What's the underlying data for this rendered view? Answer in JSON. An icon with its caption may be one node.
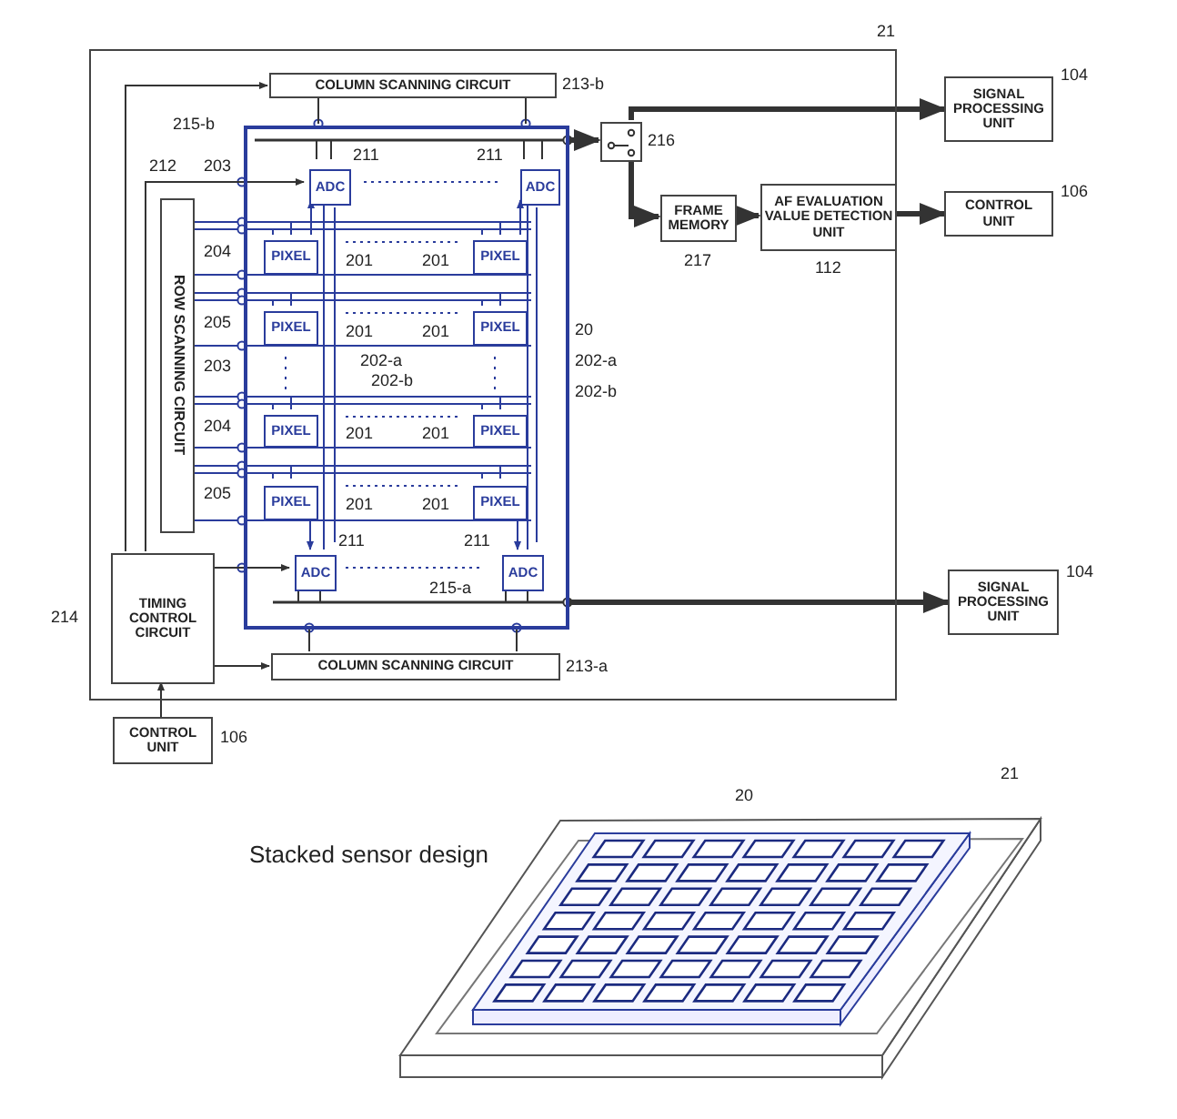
{
  "diagram": {
    "nodes": [
      {
        "text": [],
        "shape": "box",
        "beside": [
          "21"
        ]
      },
      {
        "text": [
          "COLUMN SCANNING CIRCUIT"
        ],
        "in": 0,
        "beside": [
          "213-b"
        ]
      },
      {
        "text": [],
        "shape": "box",
        "in": 0,
        "beside": [
          "20"
        ]
      },
      {
        "text": [
          "ADC"
        ],
        "in": 2,
        "beside": [
          "211"
        ]
      },
      {
        "text": [
          "ADC"
        ],
        "in": 2,
        "beside": [
          "211"
        ]
      },
      {
        "text": [
          "ROW SCANNING CIRCUIT"
        ],
        "in": 0,
        "beside": [
          "212"
        ]
      },
      {
        "text": [
          "PIXEL"
        ],
        "in": 2,
        "beside": [
          "201"
        ]
      },
      {
        "text": [
          "PIXEL"
        ],
        "in": 2,
        "beside": [
          "201"
        ]
      },
      {
        "text": [
          "PIXEL"
        ],
        "in": 2,
        "beside": [
          "201"
        ]
      },
      {
        "text": [
          "PIXEL"
        ],
        "in": 2,
        "beside": [
          "201"
        ]
      },
      {
        "text": [
          "PIXEL"
        ],
        "in": 2,
        "beside": [
          "201"
        ]
      },
      {
        "text": [
          "PIXEL"
        ],
        "in": 2,
        "beside": [
          "201"
        ]
      },
      {
        "text": [
          "PIXEL"
        ],
        "in": 2,
        "beside": [
          "201"
        ]
      },
      {
        "text": [
          "PIXEL"
        ],
        "in": 2,
        "beside": [
          "201"
        ]
      },
      {
        "text": [
          "ADC"
        ],
        "in": 2,
        "beside": [
          "211"
        ]
      },
      {
        "text": [
          "ADC"
        ],
        "in": 2,
        "beside": [
          "211"
        ]
      },
      {
        "text": [
          "TIMING CONTROL CIRCUIT"
        ],
        "in": 0,
        "beside": [
          "214"
        ]
      },
      {
        "text": [
          "COLUMN SCANNING CIRCUIT"
        ],
        "in": 0,
        "beside": [
          "213-a"
        ]
      },
      {
        "text": [],
        "shape": "box",
        "in": 0,
        "beside": [
          "216"
        ]
      },
      {
        "text": [
          "FRAME MEMORY"
        ],
        "in": 0,
        "beside": [
          "217"
        ]
      },
      {
        "text": [
          "AF EVALUATION VALUE DETECTION UNIT"
        ],
        "in": 0,
        "beside": [
          "112"
        ]
      },
      {
        "text": [
          "SIGNAL PROCESSING UNIT"
        ],
        "beside": [
          "104"
        ]
      },
      {
        "text": [
          "CONTROL UNIT"
        ],
        "beside": [
          "106"
        ]
      },
      {
        "text": [
          "SIGNAL PROCESSING UNIT"
        ],
        "beside": [
          "104"
        ]
      },
      {
        "text": [
          "CONTROL UNIT"
        ],
        "beside": [
          "106"
        ]
      },
      {
        "text": [],
        "shape": "picture",
        "beside": [
          "21"
        ]
      },
      {
        "text": [],
        "shape": "picture",
        "in": 25,
        "beside": [
          "20"
        ]
      }
    ],
    "edges": [
      {
        "from": 18,
        "to": 21,
        "arrow": "to",
        "style": "thick"
      },
      {
        "from": 18,
        "to": 19,
        "arrow": "to",
        "style": "thick"
      },
      {
        "from": 19,
        "to": 20,
        "arrow": "to",
        "style": "thick"
      },
      {
        "from": 20,
        "to": 22,
        "arrow": "to",
        "style": "thick"
      },
      {
        "from": 2,
        "to": 18,
        "arrow": "to",
        "style": "thick"
      },
      {
        "from": 2,
        "to": 23,
        "arrow": "to",
        "style": "thick"
      },
      {
        "from": 24,
        "to": 16,
        "arrow": "to"
      },
      {
        "from": 16,
        "to": 17,
        "arrow": "to"
      },
      {
        "from": 16,
        "to": 1,
        "arrow": "to"
      },
      {
        "from": 16,
        "to": 3,
        "arrow": "to"
      },
      {
        "from": 16,
        "to": 14,
        "arrow": "to"
      },
      {
        "from": 6,
        "to": 3,
        "arrow": "to",
        "color": "#2a3c9c"
      },
      {
        "from": 7,
        "to": 4,
        "arrow": "to",
        "color": "#2a3c9c"
      },
      {
        "from": 12,
        "to": 14,
        "arrow": "to",
        "color": "#2a3c9c"
      },
      {
        "from": 13,
        "to": 15,
        "arrow": "to",
        "color": "#2a3c9c"
      },
      {
        "from": 1,
        "to": 2,
        "arrow": "none"
      },
      {
        "from": 1,
        "to": 2,
        "arrow": "none"
      },
      {
        "from": 17,
        "to": 2,
        "arrow": "none"
      },
      {
        "from": 17,
        "to": 2,
        "arrow": "none"
      },
      {
        "from": 3,
        "to": 14,
        "arrow": "none",
        "color": "#2a3c9c"
      },
      {
        "from": 4,
        "to": 15,
        "arrow": "none",
        "color": "#2a3c9c"
      }
    ],
    "labels": [
      "215-b",
      "203",
      "204",
      "205",
      "203",
      "204",
      "205",
      "202-a",
      "202-b",
      "202-a",
      "202-b",
      "215-a",
      "Stacked sensor design"
    ]
  }
}
